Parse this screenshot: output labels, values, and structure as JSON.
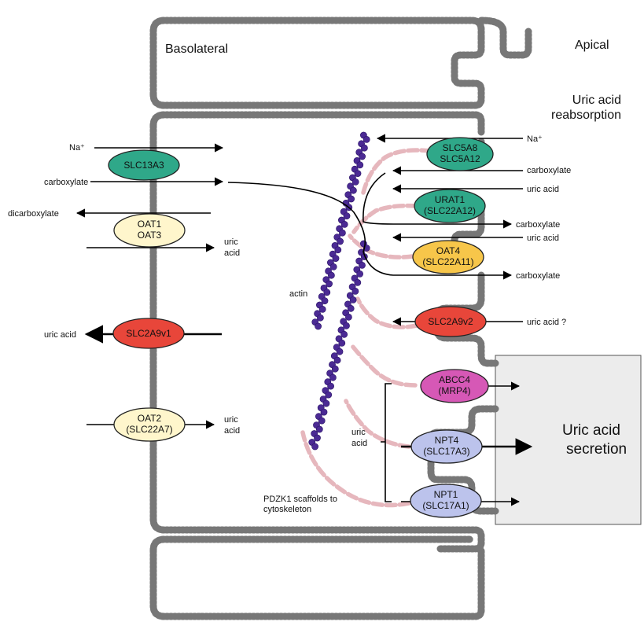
{
  "regions": {
    "basolateral": "Basolateral",
    "apical": "Apical",
    "reabsorption_line1": "Uric acid",
    "reabsorption_line2": "reabsorption",
    "secretion_line1": "Uric acid",
    "secretion_line2": "secretion"
  },
  "transporters": {
    "slc13a3": {
      "line1": "SLC13A3",
      "line2": "",
      "color": "#2fa889"
    },
    "oat1_oat3": {
      "line1": "OAT1",
      "line2": "OAT3",
      "color": "#fff6cc"
    },
    "slc2a9v1": {
      "line1": "SLC2A9v1",
      "line2": "",
      "color": "#e8463a"
    },
    "oat2": {
      "line1": "OAT2",
      "line2": "(SLC22A7)",
      "color": "#fff6cc"
    },
    "slc5a8": {
      "line1": "SLC5A8",
      "line2": "SLC5A12",
      "color": "#2fa889"
    },
    "urat1": {
      "line1": "URAT1",
      "line2": "(SLC22A12)",
      "color": "#2fa889"
    },
    "oat4": {
      "line1": "OAT4",
      "line2": "(SLC22A11)",
      "color": "#f7c64a"
    },
    "slc2a9v2": {
      "line1": "SLC2A9v2",
      "line2": "",
      "color": "#e8463a"
    },
    "abcc4": {
      "line1": "ABCC4",
      "line2": "(MRP4)",
      "color": "#d658b6"
    },
    "npt4": {
      "line1": "NPT4",
      "line2": "(SLC17A3)",
      "color": "#bcc3ec"
    },
    "npt1": {
      "line1": "NPT1",
      "line2": "(SLC17A1)",
      "color": "#bcc3ec"
    }
  },
  "labels": {
    "na_left": "Na⁺",
    "carboxylate_left": "carboxylate",
    "dicarboxylate": "dicarboxylate",
    "uric_acid_oat1_line1": "uric",
    "uric_acid_oat1_line2": "acid",
    "uric_acid_slc2a9v1": "uric acid",
    "uric_acid_oat2_line1": "uric",
    "uric_acid_oat2_line2": "acid",
    "na_right": "Na⁺",
    "carboxylate_right_1": "carboxylate",
    "uric_acid_right_1": "uric acid",
    "carboxylate_right_2": "carboxylate",
    "uric_acid_right_2": "uric acid",
    "carboxylate_right_3": "carboxylate",
    "uric_acid_slc2a9v2": "uric acid ?",
    "actin": "actin",
    "uric_acid_bracket_line1": "uric",
    "uric_acid_bracket_line2": "acid",
    "pdzk1_line1": "PDZK1 scaffolds to",
    "pdzk1_line2": "cytoskeleton"
  }
}
